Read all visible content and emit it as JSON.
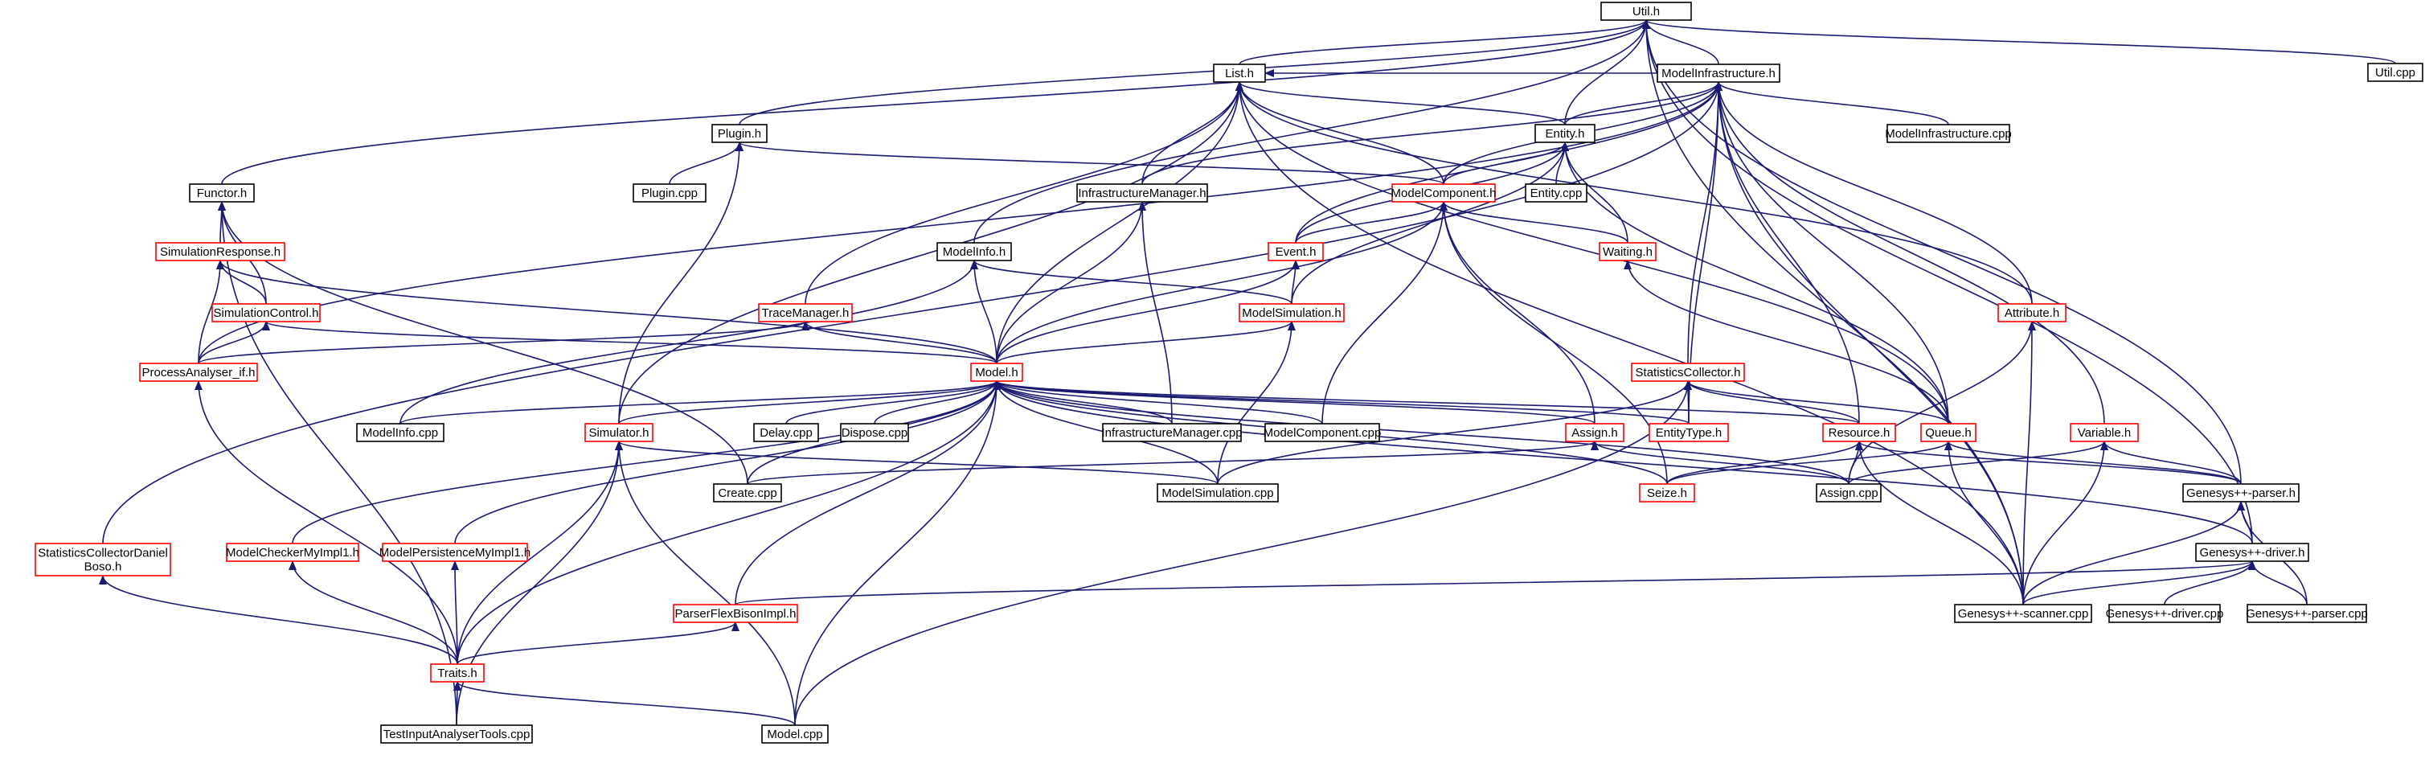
{
  "colors": {
    "edge": "#191970",
    "border_documented": "#000000",
    "border_undocumented": "#ff0000",
    "focus_fill": "#bfbfbf"
  },
  "nodes": [
    {
      "id": "util_h",
      "label": "Util.h",
      "border": "black",
      "focus": true
    },
    {
      "id": "util_cpp",
      "label": "Util.cpp",
      "border": "black"
    },
    {
      "id": "list_h",
      "label": "List.h",
      "border": "black"
    },
    {
      "id": "modelinfra_h",
      "label": "ModelInfrastructure.h",
      "border": "black"
    },
    {
      "id": "modelinfra_cpp",
      "label": "ModelInfrastructure.cpp",
      "border": "black"
    },
    {
      "id": "plugin_h",
      "label": "Plugin.h",
      "border": "black"
    },
    {
      "id": "plugin_cpp",
      "label": "Plugin.cpp",
      "border": "black"
    },
    {
      "id": "entity_h",
      "label": "Entity.h",
      "border": "black"
    },
    {
      "id": "entity_cpp",
      "label": "Entity.cpp",
      "border": "black"
    },
    {
      "id": "functor_h",
      "label": "Functor.h",
      "border": "black"
    },
    {
      "id": "inframan_h",
      "label": "InfrastructureManager.h",
      "border": "black"
    },
    {
      "id": "modelcomp_h",
      "label": "ModelComponent.h",
      "border": "red"
    },
    {
      "id": "simresp_h",
      "label": "SimulationResponse.h",
      "border": "red"
    },
    {
      "id": "modelinfo_h",
      "label": "ModelInfo.h",
      "border": "black"
    },
    {
      "id": "event_h",
      "label": "Event.h",
      "border": "red"
    },
    {
      "id": "waiting_h",
      "label": "Waiting.h",
      "border": "red"
    },
    {
      "id": "simctrl_h",
      "label": "SimulationControl.h",
      "border": "red"
    },
    {
      "id": "traceman_h",
      "label": "TraceManager.h",
      "border": "red"
    },
    {
      "id": "modelsim_h",
      "label": "ModelSimulation.h",
      "border": "red"
    },
    {
      "id": "attribute_h",
      "label": "Attribute.h",
      "border": "red"
    },
    {
      "id": "procana_h",
      "label": "ProcessAnalyser_if.h",
      "border": "red"
    },
    {
      "id": "model_h",
      "label": "Model.h",
      "border": "red"
    },
    {
      "id": "statcoll_h",
      "label": "StatisticsCollector.h",
      "border": "red"
    },
    {
      "id": "modelinfo_cpp",
      "label": "ModelInfo.cpp",
      "border": "black"
    },
    {
      "id": "simulator_h",
      "label": "Simulator.h",
      "border": "red"
    },
    {
      "id": "delay_cpp",
      "label": "Delay.cpp",
      "border": "black"
    },
    {
      "id": "dispose_cpp",
      "label": "Dispose.cpp",
      "border": "black"
    },
    {
      "id": "inframan_cpp",
      "label": "InfrastructureManager.cpp",
      "border": "black"
    },
    {
      "id": "modelcomp_cpp",
      "label": "ModelComponent.cpp",
      "border": "black"
    },
    {
      "id": "assign_h",
      "label": "Assign.h",
      "border": "red"
    },
    {
      "id": "entitytype_h",
      "label": "EntityType.h",
      "border": "red"
    },
    {
      "id": "resource_h",
      "label": "Resource.h",
      "border": "red"
    },
    {
      "id": "queue_h",
      "label": "Queue.h",
      "border": "red"
    },
    {
      "id": "variable_h",
      "label": "Variable.h",
      "border": "red"
    },
    {
      "id": "create_cpp",
      "label": "Create.cpp",
      "border": "black"
    },
    {
      "id": "modelsim_cpp",
      "label": "ModelSimulation.cpp",
      "border": "black"
    },
    {
      "id": "seize_h",
      "label": "Seize.h",
      "border": "red"
    },
    {
      "id": "assign_cpp",
      "label": "Assign.cpp",
      "border": "black"
    },
    {
      "id": "gparser_h",
      "label": "Genesys++-parser.h",
      "border": "black"
    },
    {
      "id": "statcolldb_h",
      "label": "StatisticsCollectorDaniel\nBoso.h",
      "border": "red"
    },
    {
      "id": "mchecker_h",
      "label": "ModelCheckerMyImpl1.h",
      "border": "red"
    },
    {
      "id": "mpersist_h",
      "label": "ModelPersistenceMyImpl1.h",
      "border": "red"
    },
    {
      "id": "gdriver_h",
      "label": "Genesys++-driver.h",
      "border": "black"
    },
    {
      "id": "pflex_h",
      "label": "ParserFlexBisonImpl.h",
      "border": "red"
    },
    {
      "id": "gscanner_cpp",
      "label": "Genesys++-scanner.cpp",
      "border": "black"
    },
    {
      "id": "gdriver_cpp",
      "label": "Genesys++-driver.cpp",
      "border": "black"
    },
    {
      "id": "gparser_cpp",
      "label": "Genesys++-parser.cpp",
      "border": "black"
    },
    {
      "id": "traits_h",
      "label": "Traits.h",
      "border": "red"
    },
    {
      "id": "testinput_cpp",
      "label": "TestInputAnalyserTools.cpp",
      "border": "black"
    },
    {
      "id": "model_cpp",
      "label": "Model.cpp",
      "border": "black"
    }
  ],
  "edges": [
    {
      "from": "util_cpp",
      "to": "util_h"
    },
    {
      "from": "list_h",
      "to": "util_h"
    },
    {
      "from": "modelinfra_h",
      "to": "util_h"
    },
    {
      "from": "plugin_h",
      "to": "util_h"
    },
    {
      "from": "entity_h",
      "to": "util_h"
    },
    {
      "from": "functor_h",
      "to": "util_h"
    },
    {
      "from": "modelinfo_h",
      "to": "util_h"
    },
    {
      "from": "gparser_h",
      "to": "util_h"
    },
    {
      "from": "gdriver_h",
      "to": "util_h"
    },
    {
      "from": "gscanner_cpp",
      "to": "util_h"
    },
    {
      "from": "modelinfra_h",
      "to": "list_h"
    },
    {
      "from": "entity_h",
      "to": "list_h"
    },
    {
      "from": "modelcomp_h",
      "to": "list_h"
    },
    {
      "from": "inframan_h",
      "to": "list_h"
    },
    {
      "from": "traceman_h",
      "to": "list_h"
    },
    {
      "from": "model_h",
      "to": "list_h"
    },
    {
      "from": "simulator_h",
      "to": "list_h"
    },
    {
      "from": "queue_h",
      "to": "list_h"
    },
    {
      "from": "attribute_h",
      "to": "list_h"
    },
    {
      "from": "gscanner_cpp",
      "to": "list_h"
    },
    {
      "from": "modelinfra_cpp",
      "to": "modelinfra_h"
    },
    {
      "from": "entity_h",
      "to": "modelinfra_h"
    },
    {
      "from": "modelcomp_h",
      "to": "modelinfra_h"
    },
    {
      "from": "inframan_h",
      "to": "modelinfra_h"
    },
    {
      "from": "event_h",
      "to": "modelinfra_h"
    },
    {
      "from": "statcoll_h",
      "to": "modelinfra_h"
    },
    {
      "from": "attribute_h",
      "to": "modelinfra_h"
    },
    {
      "from": "variable_h",
      "to": "modelinfra_h"
    },
    {
      "from": "queue_h",
      "to": "modelinfra_h"
    },
    {
      "from": "resource_h",
      "to": "modelinfra_h"
    },
    {
      "from": "entitytype_h",
      "to": "modelinfra_h"
    },
    {
      "from": "gscanner_cpp",
      "to": "modelinfra_h"
    },
    {
      "from": "procana_h",
      "to": "modelinfra_h"
    },
    {
      "from": "statcolldb_h",
      "to": "modelinfra_h"
    },
    {
      "from": "plugin_cpp",
      "to": "plugin_h"
    },
    {
      "from": "simulator_h",
      "to": "plugin_h"
    },
    {
      "from": "modelcomp_h",
      "to": "plugin_h"
    },
    {
      "from": "entity_cpp",
      "to": "entity_h"
    },
    {
      "from": "modelcomp_h",
      "to": "entity_h"
    },
    {
      "from": "event_h",
      "to": "entity_h"
    },
    {
      "from": "waiting_h",
      "to": "entity_h"
    },
    {
      "from": "modelsim_h",
      "to": "entity_h"
    },
    {
      "from": "queue_h",
      "to": "entity_h"
    },
    {
      "from": "simresp_h",
      "to": "functor_h"
    },
    {
      "from": "simctrl_h",
      "to": "functor_h"
    },
    {
      "from": "create_cpp",
      "to": "functor_h"
    },
    {
      "from": "testinput_cpp",
      "to": "functor_h"
    },
    {
      "from": "model_h",
      "to": "inframan_h"
    },
    {
      "from": "inframan_cpp",
      "to": "inframan_h"
    },
    {
      "from": "event_h",
      "to": "modelcomp_h"
    },
    {
      "from": "waiting_h",
      "to": "modelcomp_h"
    },
    {
      "from": "model_h",
      "to": "modelcomp_h"
    },
    {
      "from": "modelcomp_cpp",
      "to": "modelcomp_h"
    },
    {
      "from": "assign_h",
      "to": "modelcomp_h"
    },
    {
      "from": "seize_h",
      "to": "modelcomp_h"
    },
    {
      "from": "simctrl_h",
      "to": "simresp_h"
    },
    {
      "from": "procana_h",
      "to": "simresp_h"
    },
    {
      "from": "model_h",
      "to": "simresp_h"
    },
    {
      "from": "model_h",
      "to": "modelinfo_h"
    },
    {
      "from": "modelsim_h",
      "to": "modelinfo_h"
    },
    {
      "from": "modelinfo_cpp",
      "to": "modelinfo_h"
    },
    {
      "from": "modelsim_h",
      "to": "event_h"
    },
    {
      "from": "model_h",
      "to": "event_h"
    },
    {
      "from": "queue_h",
      "to": "waiting_h"
    },
    {
      "from": "procana_h",
      "to": "simctrl_h"
    },
    {
      "from": "model_h",
      "to": "simctrl_h"
    },
    {
      "from": "procana_h",
      "to": "traceman_h"
    },
    {
      "from": "model_h",
      "to": "traceman_h"
    },
    {
      "from": "model_h",
      "to": "modelsim_h"
    },
    {
      "from": "modelsim_cpp",
      "to": "modelsim_h"
    },
    {
      "from": "assign_cpp",
      "to": "attribute_h"
    },
    {
      "from": "gscanner_cpp",
      "to": "attribute_h"
    },
    {
      "from": "traits_h",
      "to": "procana_h"
    },
    {
      "from": "modelinfo_cpp",
      "to": "model_h"
    },
    {
      "from": "simulator_h",
      "to": "model_h"
    },
    {
      "from": "delay_cpp",
      "to": "model_h"
    },
    {
      "from": "dispose_cpp",
      "to": "model_h"
    },
    {
      "from": "inframan_cpp",
      "to": "model_h"
    },
    {
      "from": "modelcomp_cpp",
      "to": "model_h"
    },
    {
      "from": "assign_h",
      "to": "model_h"
    },
    {
      "from": "entitytype_h",
      "to": "model_h"
    },
    {
      "from": "resource_h",
      "to": "model_h"
    },
    {
      "from": "create_cpp",
      "to": "model_h"
    },
    {
      "from": "modelsim_cpp",
      "to": "model_h"
    },
    {
      "from": "seize_h",
      "to": "model_h"
    },
    {
      "from": "assign_cpp",
      "to": "model_h"
    },
    {
      "from": "gdriver_h",
      "to": "model_h"
    },
    {
      "from": "mchecker_h",
      "to": "model_h"
    },
    {
      "from": "mpersist_h",
      "to": "model_h"
    },
    {
      "from": "pflex_h",
      "to": "model_h"
    },
    {
      "from": "traits_h",
      "to": "model_h"
    },
    {
      "from": "model_cpp",
      "to": "model_h"
    },
    {
      "from": "entitytype_h",
      "to": "statcoll_h"
    },
    {
      "from": "resource_h",
      "to": "statcoll_h"
    },
    {
      "from": "queue_h",
      "to": "statcoll_h"
    },
    {
      "from": "modelsim_cpp",
      "to": "statcoll_h"
    },
    {
      "from": "model_cpp",
      "to": "statcoll_h"
    },
    {
      "from": "traits_h",
      "to": "simulator_h"
    },
    {
      "from": "testinput_cpp",
      "to": "simulator_h"
    },
    {
      "from": "model_cpp",
      "to": "simulator_h"
    },
    {
      "from": "modelsim_cpp",
      "to": "simulator_h"
    },
    {
      "from": "create_cpp",
      "to": "assign_h"
    },
    {
      "from": "assign_cpp",
      "to": "assign_h"
    },
    {
      "from": "seize_h",
      "to": "resource_h"
    },
    {
      "from": "assign_cpp",
      "to": "resource_h"
    },
    {
      "from": "gscanner_cpp",
      "to": "resource_h"
    },
    {
      "from": "gparser_h",
      "to": "resource_h"
    },
    {
      "from": "seize_h",
      "to": "queue_h"
    },
    {
      "from": "gscanner_cpp",
      "to": "queue_h"
    },
    {
      "from": "gparser_h",
      "to": "queue_h"
    },
    {
      "from": "assign_cpp",
      "to": "variable_h"
    },
    {
      "from": "gscanner_cpp",
      "to": "variable_h"
    },
    {
      "from": "gparser_h",
      "to": "variable_h"
    },
    {
      "from": "gdriver_h",
      "to": "gparser_h"
    },
    {
      "from": "gscanner_cpp",
      "to": "gparser_h"
    },
    {
      "from": "gparser_cpp",
      "to": "gparser_h"
    },
    {
      "from": "traits_h",
      "to": "statcolldb_h"
    },
    {
      "from": "traits_h",
      "to": "mchecker_h"
    },
    {
      "from": "traits_h",
      "to": "mpersist_h"
    },
    {
      "from": "pflex_h",
      "to": "gdriver_h"
    },
    {
      "from": "gscanner_cpp",
      "to": "gdriver_h"
    },
    {
      "from": "gdriver_cpp",
      "to": "gdriver_h"
    },
    {
      "from": "gparser_cpp",
      "to": "gdriver_h"
    },
    {
      "from": "traits_h",
      "to": "pflex_h"
    },
    {
      "from": "testinput_cpp",
      "to": "traits_h"
    },
    {
      "from": "model_cpp",
      "to": "traits_h"
    }
  ]
}
